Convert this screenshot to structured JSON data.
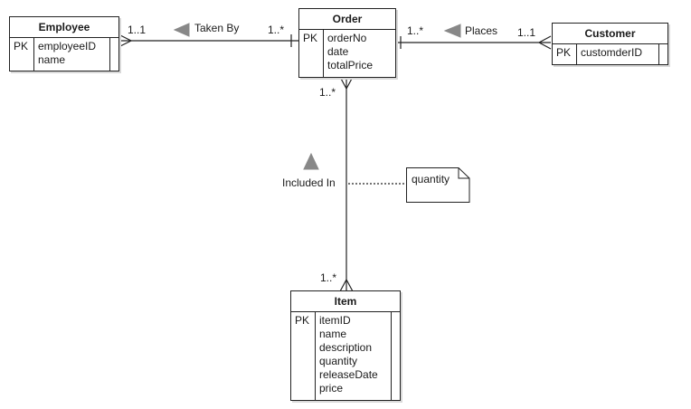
{
  "entities": {
    "employee": {
      "name": "Employee",
      "pk": "PK",
      "attributes": [
        "employeeID",
        "name"
      ]
    },
    "order": {
      "name": "Order",
      "pk": "PK",
      "attributes": [
        "orderNo",
        "date",
        "totalPrice"
      ]
    },
    "customer": {
      "name": "Customer",
      "pk": "PK",
      "attributes": [
        "customderID"
      ]
    },
    "item": {
      "name": "Item",
      "pk": "PK",
      "attributes": [
        "itemID",
        "name",
        "description",
        "quantity",
        "releaseDate",
        "price"
      ]
    }
  },
  "relationships": {
    "taken_by": {
      "label": "Taken By",
      "employee_card": "1..1",
      "order_card": "1..*"
    },
    "places": {
      "label": "Places",
      "order_card": "1..*",
      "customer_card": "1..1"
    },
    "included_in": {
      "label": "Included In",
      "order_card": "1..*",
      "item_card": "1..*"
    }
  },
  "note": {
    "text": "quantity"
  }
}
